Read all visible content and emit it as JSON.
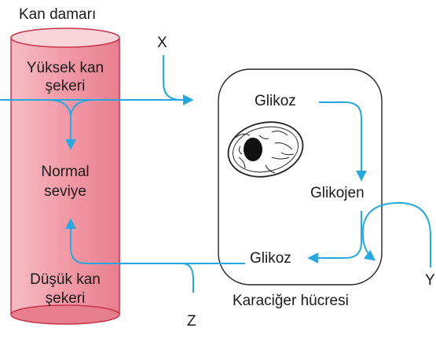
{
  "vessel": {
    "title": "Kan damarı",
    "high_line1": "Yüksek kan",
    "high_line2": "şekeri",
    "normal_line1": "Normal",
    "normal_line2": "seviye",
    "low_line1": "Düşük kan",
    "low_line2": "şekeri"
  },
  "cell": {
    "caption": "Karaciğer hücresi",
    "glucose_top": "Glikoz",
    "glycogen": "Glikojen",
    "glucose_bottom": "Glikoz"
  },
  "markers": {
    "x": "X",
    "y": "Y",
    "z": "Z"
  },
  "colors": {
    "vessel_fill": "#f4a6b0",
    "vessel_edge": "#c7324a",
    "arrow": "#29a8e0",
    "cell_edge": "#222222"
  }
}
